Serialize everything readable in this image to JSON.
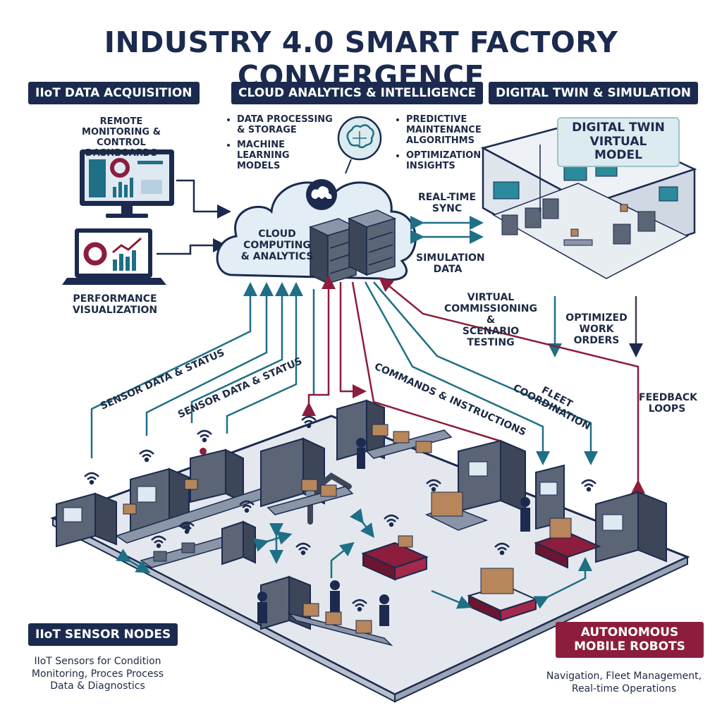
{
  "title": "INDUSTRY 4.0 SMART FACTORY CONVERGENCE",
  "headers": {
    "iiot": "IIoT DATA ACQUISITION",
    "cloud": "CLOUD ANALYTICS & INTELLIGENCE",
    "twin": "DIGITAL TWIN & SIMULATION",
    "sensors": "IIoT SENSOR NODES",
    "amr_line1": "AUTONOMOUS",
    "amr_line2": "MOBILE ROBOTS"
  },
  "labels": {
    "remote_l1": "REMOTE MONITORING &",
    "remote_l2": "CONTROL DASHBOARDS",
    "perf_l1": "PERFORMANCE",
    "perf_l2": "VISUALIZATION",
    "cloud_l1": "CLOUD",
    "cloud_l2": "COMPUTING",
    "cloud_l3": "& ANALYTICS",
    "twin_l1": "DIGITAL TWIN",
    "twin_l2": "VIRTUAL MODEL",
    "realtime_l1": "REAL-TIME",
    "realtime_l2": "SYNC",
    "sim_l1": "SIMULATION",
    "sim_l2": "DATA",
    "virt_l1": "VIRTUAL",
    "virt_l2": "COMMISSIONING &",
    "virt_l3": "SCENARIO TESTING",
    "opt_l1": "OPTIMIZED",
    "opt_l2": "WORK ORDERS",
    "fb_l1": "FEEDBACK",
    "fb_l2": "LOOPS",
    "sensor1": "SENSOR DATA & STATUS",
    "sensor2": "SENSOR DATA & STATUS",
    "commands": "COMMANDS & INSTRUCTIONS",
    "fleet_l1": "FLEET",
    "fleet_l2": "COORDINATION"
  },
  "bullets_left": [
    "DATA PROCESSING & STORAGE",
    "MACHINE LEARNING MODELS"
  ],
  "bullets_right": [
    "PREDICTIVE MAINTENANCE ALGORITHMS",
    "OPTIMIZATION INSIGHTS"
  ],
  "descriptions": {
    "sensors_l1": "IIoT Sensors for Condition",
    "sensors_l2": "Monitoring, Proces Process",
    "sensors_l3": "Data & Diagnostics",
    "amr_l1": "Navigation, Fleet Management,",
    "amr_l2": "Real-time Operations"
  },
  "colors": {
    "navy": "#1b2a4e",
    "teal": "#1f6f86",
    "maroon": "#8c1d3c",
    "floor": "#e4e8ee",
    "machine": "#5b6576"
  },
  "icons": [
    "monitor-icon",
    "laptop-icon",
    "brain-icon",
    "cloud-icon",
    "server-icon",
    "wifi-icon",
    "robot-arm-icon",
    "agv-icon",
    "box-icon"
  ]
}
